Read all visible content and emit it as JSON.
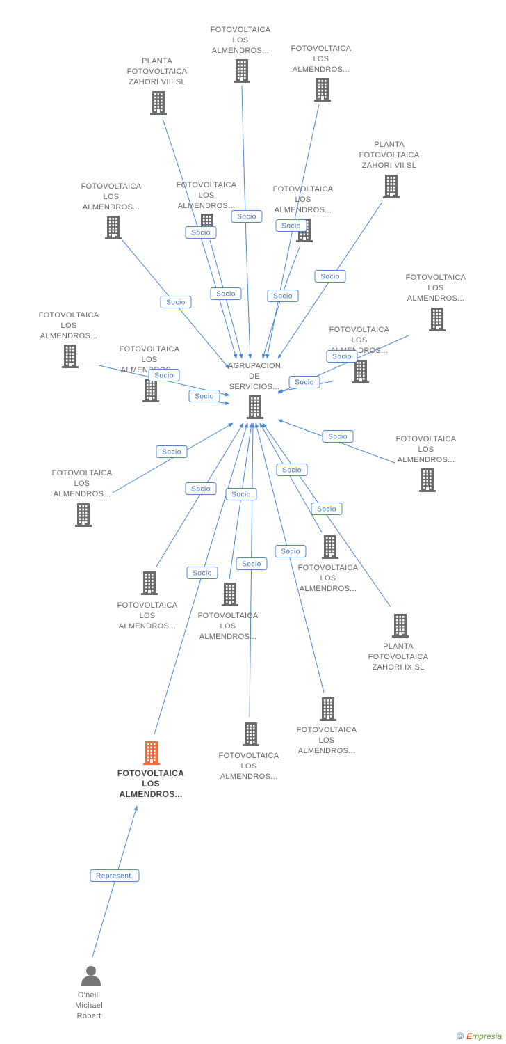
{
  "colors": {
    "edge": "#4a86d4",
    "building": "#6b6b6b",
    "focus": "#f26a3a",
    "person": "#777777"
  },
  "footer": {
    "copyright_symbol": "©",
    "brand_first": "E",
    "brand_rest": "mpresia"
  },
  "nodes": [
    {
      "id": "center",
      "kind": "building",
      "lines": [
        "AGRUPACION",
        "DE",
        "SERVICIOS..."
      ]
    },
    {
      "id": "n1",
      "kind": "building",
      "lines": [
        "FOTOVOLTAICA",
        "LOS",
        "ALMENDROS..."
      ]
    },
    {
      "id": "n2",
      "kind": "building",
      "lines": [
        "FOTOVOLTAICA",
        "LOS",
        "ALMENDROS..."
      ]
    },
    {
      "id": "n3",
      "kind": "building",
      "lines": [
        "PLANTA",
        "FOTOVOLTAICA",
        "ZAHORI VIII SL"
      ]
    },
    {
      "id": "n4",
      "kind": "building",
      "lines": [
        "PLANTA",
        "FOTOVOLTAICA",
        "ZAHORI VII SL"
      ]
    },
    {
      "id": "n5",
      "kind": "building",
      "lines": [
        "FOTOVOLTAICA",
        "LOS",
        "ALMENDROS..."
      ]
    },
    {
      "id": "n6",
      "kind": "building",
      "lines": [
        "FOTOVOLTAICA",
        "LOS",
        "ALMENDROS..."
      ]
    },
    {
      "id": "n7",
      "kind": "building",
      "lines": [
        "FOTOVOLTAICA",
        "LOS",
        "ALMENDROS..."
      ]
    },
    {
      "id": "n8",
      "kind": "building",
      "lines": [
        "FOTOVOLTAICA",
        "LOS",
        "ALMENDROS..."
      ]
    },
    {
      "id": "n9",
      "kind": "building",
      "lines": [
        "FOTOVOLTAICA",
        "LOS",
        "ALMENDROS..."
      ]
    },
    {
      "id": "n10",
      "kind": "building",
      "lines": [
        "FOTOVOLTAICA",
        "LOS",
        "ALMENDROS..."
      ]
    },
    {
      "id": "n11",
      "kind": "building",
      "lines": [
        "FOTOVOLTAICA",
        "LOS",
        "ALMENDROS..."
      ]
    },
    {
      "id": "n12",
      "kind": "building",
      "lines": [
        "FOTOVOLTAICA",
        "LOS",
        "ALMENDROS..."
      ]
    },
    {
      "id": "n13",
      "kind": "building",
      "lines": [
        "FOTOVOLTAICA",
        "LOS",
        "ALMENDROS..."
      ]
    },
    {
      "id": "n14",
      "kind": "building",
      "lines": [
        "FOTOVOLTAICA",
        "LOS",
        "ALMENDROS..."
      ]
    },
    {
      "id": "n15",
      "kind": "building",
      "lines": [
        "FOTOVOLTAICA",
        "LOS",
        "ALMENDROS..."
      ]
    },
    {
      "id": "n16",
      "kind": "building",
      "lines": [
        "FOTOVOLTAICA",
        "LOS",
        "ALMENDROS..."
      ]
    },
    {
      "id": "n17",
      "kind": "building",
      "lines": [
        "PLANTA",
        "FOTOVOLTAICA",
        "ZAHORI IX SL"
      ]
    },
    {
      "id": "n18",
      "kind": "building",
      "lines": [
        "FOTOVOLTAICA",
        "LOS",
        "ALMENDROS..."
      ]
    },
    {
      "id": "n19",
      "kind": "building",
      "lines": [
        "FOTOVOLTAICA",
        "LOS",
        "ALMENDROS..."
      ]
    },
    {
      "id": "focus",
      "kind": "building-focus",
      "lines": [
        "FOTOVOLTAICA",
        "LOS",
        "ALMENDROS..."
      ]
    },
    {
      "id": "person",
      "kind": "person",
      "lines": [
        "O'neill",
        "Michael",
        "Robert"
      ]
    }
  ],
  "edges": [
    {
      "from": "n1",
      "to": "center",
      "label": "Socio"
    },
    {
      "from": "n2",
      "to": "center",
      "label": "Socio"
    },
    {
      "from": "n3",
      "to": "center",
      "label": "Socio"
    },
    {
      "from": "n4",
      "to": "center",
      "label": "Socio"
    },
    {
      "from": "n5",
      "to": "center",
      "label": "Socio"
    },
    {
      "from": "n6",
      "to": "center",
      "label": "Socio"
    },
    {
      "from": "n7",
      "to": "center",
      "label": "Socio"
    },
    {
      "from": "n8",
      "to": "center",
      "label": "Socio"
    },
    {
      "from": "n9",
      "to": "center",
      "label": "Socio"
    },
    {
      "from": "n10",
      "to": "center",
      "label": "Socio"
    },
    {
      "from": "n11",
      "to": "center",
      "label": "Socio"
    },
    {
      "from": "n12",
      "to": "center",
      "label": "Socio"
    },
    {
      "from": "n13",
      "to": "center",
      "label": "Socio"
    },
    {
      "from": "n14",
      "to": "center",
      "label": "Socio"
    },
    {
      "from": "n15",
      "to": "center",
      "label": "Socio"
    },
    {
      "from": "n16",
      "to": "center",
      "label": "Socio"
    },
    {
      "from": "n17",
      "to": "center",
      "label": "Socio"
    },
    {
      "from": "n18",
      "to": "center",
      "label": "Socio"
    },
    {
      "from": "n19",
      "to": "center",
      "label": "Socio"
    },
    {
      "from": "focus",
      "to": "center",
      "label": "Socio"
    },
    {
      "from": "person",
      "to": "focus",
      "label": "Represent."
    }
  ]
}
